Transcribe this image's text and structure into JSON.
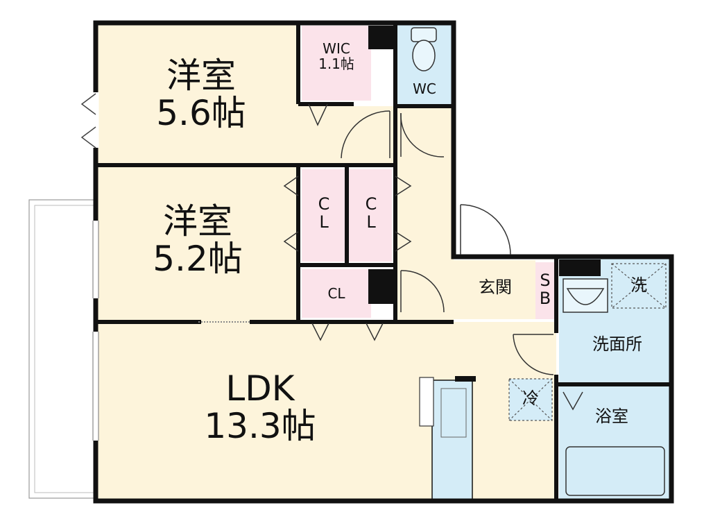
{
  "rooms": {
    "western1": {
      "name": "洋室",
      "size": "5.6帖"
    },
    "western2": {
      "name": "洋室",
      "size": "5.2帖"
    },
    "ldk": {
      "name": "LDK",
      "size": "13.3帖"
    },
    "wic": {
      "name": "WIC",
      "size": "1.1帖"
    },
    "wc": {
      "name": "WC"
    },
    "closet1": {
      "line1": "C",
      "line2": "L"
    },
    "closet2": {
      "line1": "C",
      "line2": "L"
    },
    "closet3": {
      "name": "CL"
    },
    "entrance": {
      "name": "玄関"
    },
    "shoe_box": {
      "line1": "S",
      "line2": "B"
    },
    "washroom": {
      "name": "洗面所"
    },
    "bathroom": {
      "name": "浴室"
    },
    "washer": {
      "name": "洗"
    },
    "fridge": {
      "name": "冷"
    }
  },
  "colors": {
    "room_fill": "#fdf4db",
    "closet_fill": "#fbe3ea",
    "water_fill": "#d4ecf7",
    "wall": "#111111"
  }
}
